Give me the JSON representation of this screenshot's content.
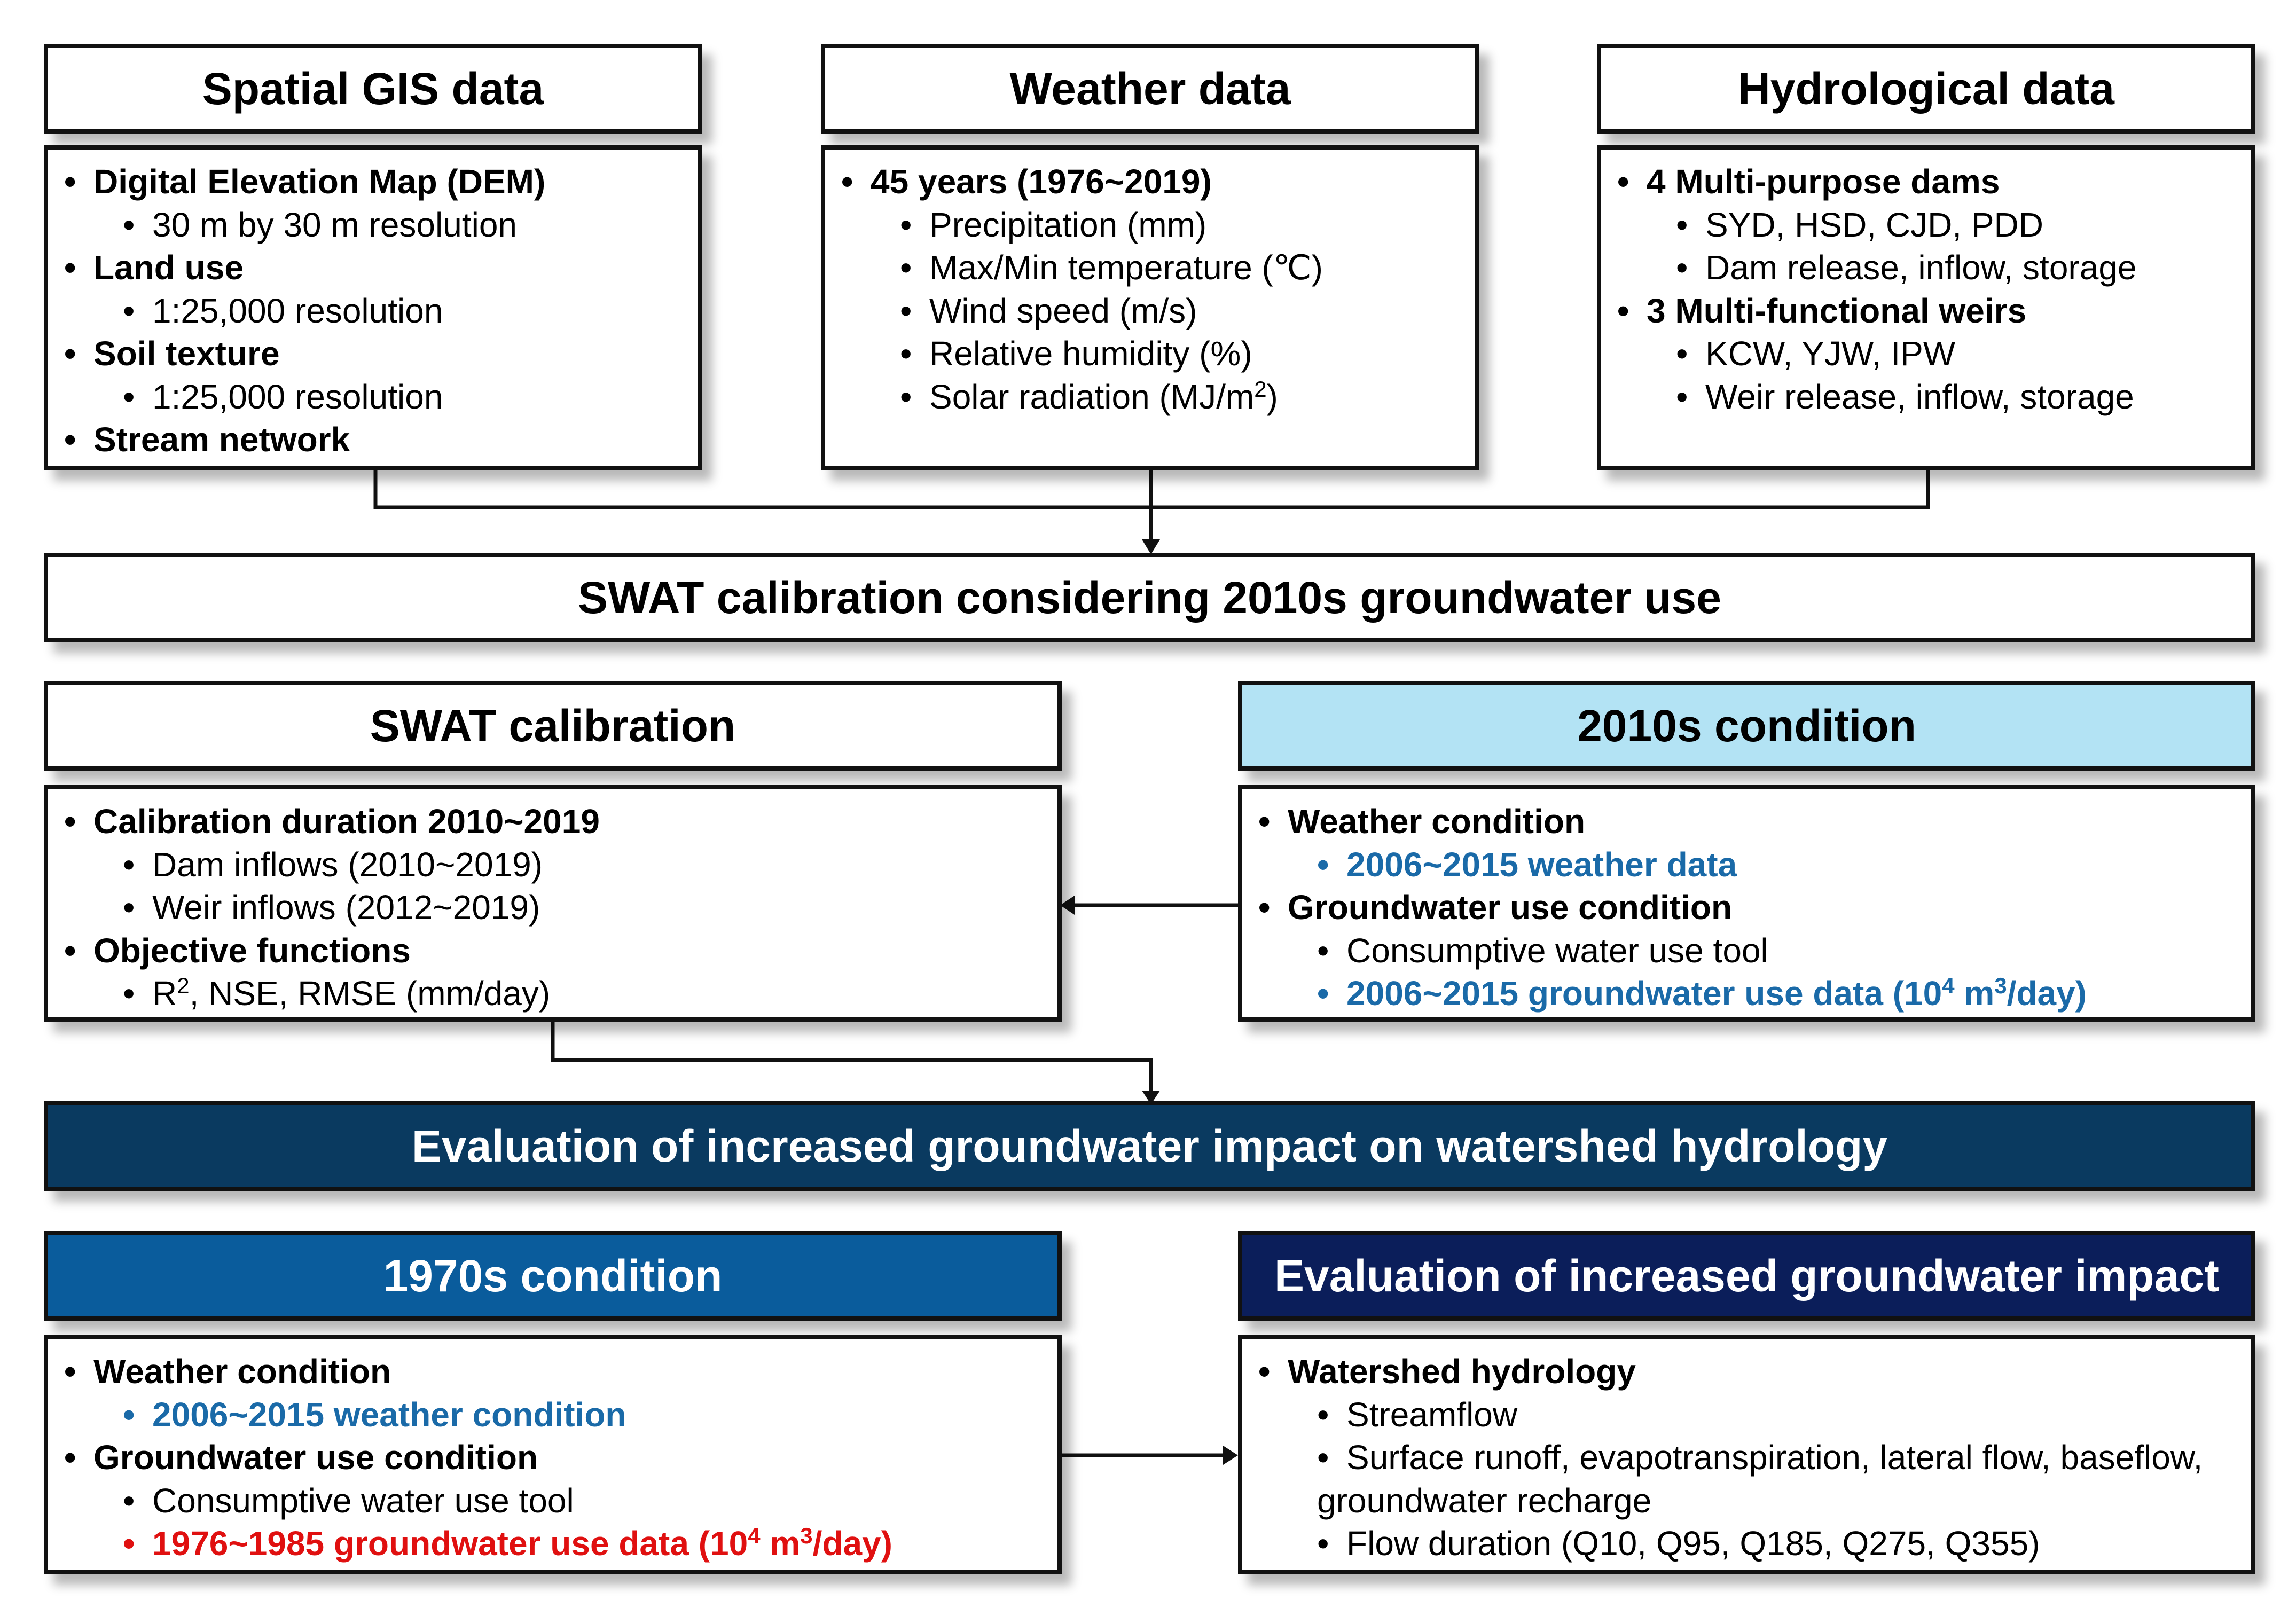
{
  "gis": {
    "title": "Spatial GIS data",
    "items": [
      {
        "level": 1,
        "text": "Digital Elevation Map (DEM)"
      },
      {
        "level": 2,
        "text": "30 m by 30 m resolution"
      },
      {
        "level": 1,
        "text": "Land use"
      },
      {
        "level": 2,
        "text": "1:25,000 resolution"
      },
      {
        "level": 1,
        "text": "Soil texture"
      },
      {
        "level": 2,
        "text": "1:25,000 resolution"
      },
      {
        "level": 1,
        "text": "Stream network"
      }
    ]
  },
  "weather": {
    "title": "Weather data",
    "items": [
      {
        "level": 1,
        "text": "45 years (1976~2019)"
      },
      {
        "level": 2,
        "text": "Precipitation (mm)"
      },
      {
        "level": 2,
        "text": "Max/Min temperature (℃)"
      },
      {
        "level": 2,
        "text": "Wind speed (m/s)"
      },
      {
        "level": 2,
        "text": "Relative humidity (%)"
      },
      {
        "level": 2,
        "text": "Solar radiation (MJ/m",
        "sup": "2",
        "after": ")"
      }
    ]
  },
  "hydro": {
    "title": "Hydrological data",
    "items": [
      {
        "level": 1,
        "text": "4 Multi-purpose dams"
      },
      {
        "level": 2,
        "text": "SYD, HSD, CJD, PDD"
      },
      {
        "level": 2,
        "text": "Dam release, inflow, storage"
      },
      {
        "level": 1,
        "text": " 3 Multi-functional weirs"
      },
      {
        "level": 2,
        "text": "KCW, YJW, IPW"
      },
      {
        "level": 2,
        "text": "Weir release, inflow, storage"
      }
    ]
  },
  "calib_bar": {
    "title": "SWAT calibration considering 2010s groundwater use"
  },
  "swat": {
    "title": "SWAT calibration",
    "items": [
      {
        "level": 1,
        "text": "Calibration duration 2010~2019"
      },
      {
        "level": 2,
        "text": "Dam inflows (2010~2019)"
      },
      {
        "level": 2,
        "text": "Weir inflows (2012~2019)"
      },
      {
        "level": 1,
        "text": "Objective functions"
      },
      {
        "level": 2,
        "text": "R",
        "sup": "2",
        "after": ", NSE, RMSE (mm/day)"
      }
    ]
  },
  "cond2010": {
    "title": "2010s condition",
    "items": [
      {
        "level": 1,
        "text": "Weather condition"
      },
      {
        "level": 2,
        "text": "2006~2015 weather data",
        "color": "blue"
      },
      {
        "level": 1,
        "text": "Groundwater use condition"
      },
      {
        "level": 2,
        "text": "Consumptive water use tool"
      },
      {
        "level": 2,
        "text": "2006~2015 groundwater use data (10",
        "sup": "4",
        "after": " m",
        "sup2": "3",
        "after2": "/day)",
        "color": "blue"
      }
    ]
  },
  "eval_bar": {
    "title": "Evaluation of increased groundwater impact on watershed hydrology"
  },
  "cond1970": {
    "title": "1970s condition",
    "items": [
      {
        "level": 1,
        "text": "Weather condition"
      },
      {
        "level": 2,
        "text": "2006~2015 weather condition",
        "color": "blue"
      },
      {
        "level": 1,
        "text": "Groundwater use condition"
      },
      {
        "level": 2,
        "text": "Consumptive water use tool"
      },
      {
        "level": 2,
        "text": "1976~1985 groundwater use data (10",
        "sup": "4",
        "after": " m",
        "sup2": "3",
        "after2": "/day)",
        "color": "red"
      }
    ]
  },
  "evalimpact": {
    "title": "Evaluation of increased groundwater impact",
    "items": [
      {
        "level": 1,
        "text": "Watershed hydrology"
      },
      {
        "level": 2,
        "text": "Streamflow"
      },
      {
        "level": 2,
        "text": "Surface runoff, evapotranspiration, lateral flow, baseflow,"
      },
      {
        "level": 3,
        "text": "groundwater recharge"
      },
      {
        "level": 2,
        "text": "Flow duration (Q10, Q95, Q185, Q275, Q355)"
      }
    ]
  },
  "colors": {
    "header_light_blue": "#b3e3f4",
    "bar_dark_navy": "#0a3a60",
    "header_mid_blue": "#0a5c9c",
    "header_navy": "#0b1e5a",
    "text_blue": "#1a6aa8",
    "text_red": "#e01010"
  }
}
